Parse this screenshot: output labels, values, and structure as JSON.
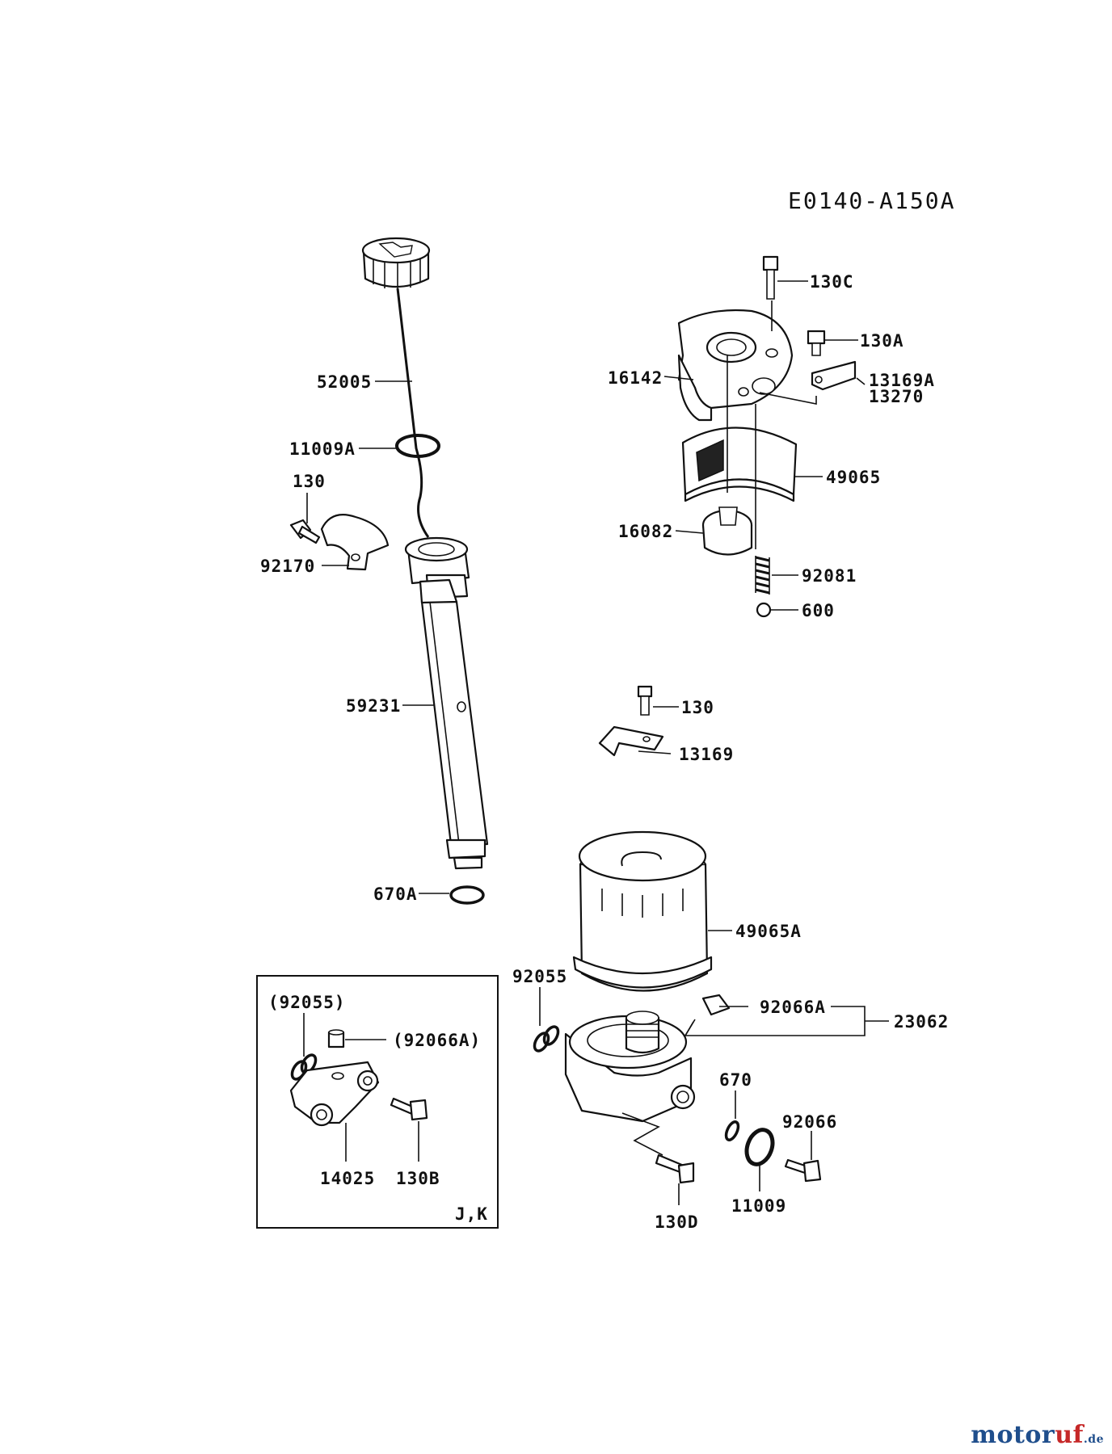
{
  "diagram": {
    "code": "E0140-A150A",
    "box_label": "J,K"
  },
  "labels": {
    "p130C": "130C",
    "p130A": "130A",
    "p16142": "16142",
    "p13169A": "13169A",
    "p13270": "13270",
    "p49065": "49065",
    "p16082": "16082",
    "p92081": "92081",
    "p600": "600",
    "p52005": "52005",
    "p11009A": "11009A",
    "p130": "130",
    "p92170": "92170",
    "p59231": "59231",
    "p130b": "130",
    "p13169": "13169",
    "p670A": "670A",
    "p49065A": "49065A",
    "p92055": "92055",
    "p92066A": "92066A",
    "p23062": "23062",
    "p670": "670",
    "p92066": "92066",
    "p11009": "11009",
    "p130D": "130D",
    "p92055b": "(92055)",
    "p92066Ab": "(92066A)",
    "p14025": "14025",
    "p130B": "130B"
  },
  "watermark": {
    "part1": "motor",
    "part2": "uf",
    "suffix": ".de"
  }
}
